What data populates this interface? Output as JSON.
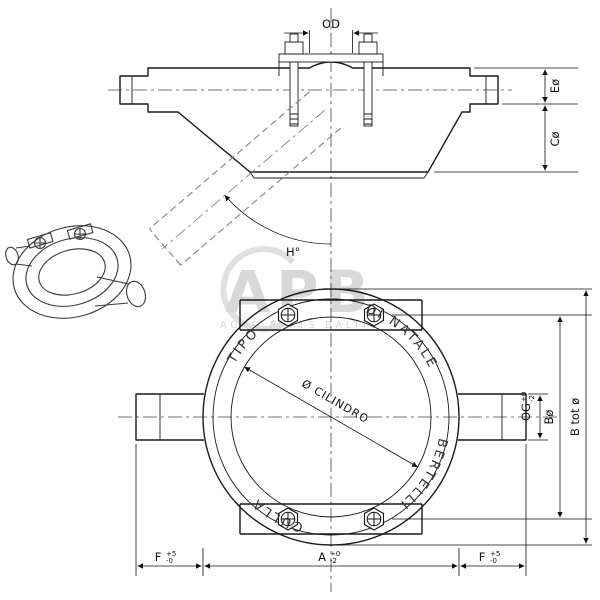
{
  "drawing": {
    "watermark": {
      "logo": "APB",
      "subtitle": "AGRO PARTS BALTIC"
    },
    "ring_text": {
      "top_left": "TIPO",
      "top_right": "DI NATALE",
      "bottom_right": "BERTELLI",
      "bottom_left": "CULLA"
    },
    "labels": {
      "od": "OD",
      "e": "Eø",
      "c": "Cø",
      "angle": "H°",
      "cylinder": "Ø CILINDRO",
      "og": {
        "name": "OG",
        "tol_upper": "+0",
        "tol_lower": "-2"
      },
      "b": "Bø",
      "b_tot": "B tot ø",
      "f_left": {
        "name": "F",
        "tol_upper": "+5",
        "tol_lower": "-0"
      },
      "a": {
        "name": "A",
        "tol_upper": "+0",
        "tol_lower": "-2"
      },
      "f_right": {
        "name": "F",
        "tol_upper": "+5",
        "tol_lower": "-0"
      }
    }
  }
}
